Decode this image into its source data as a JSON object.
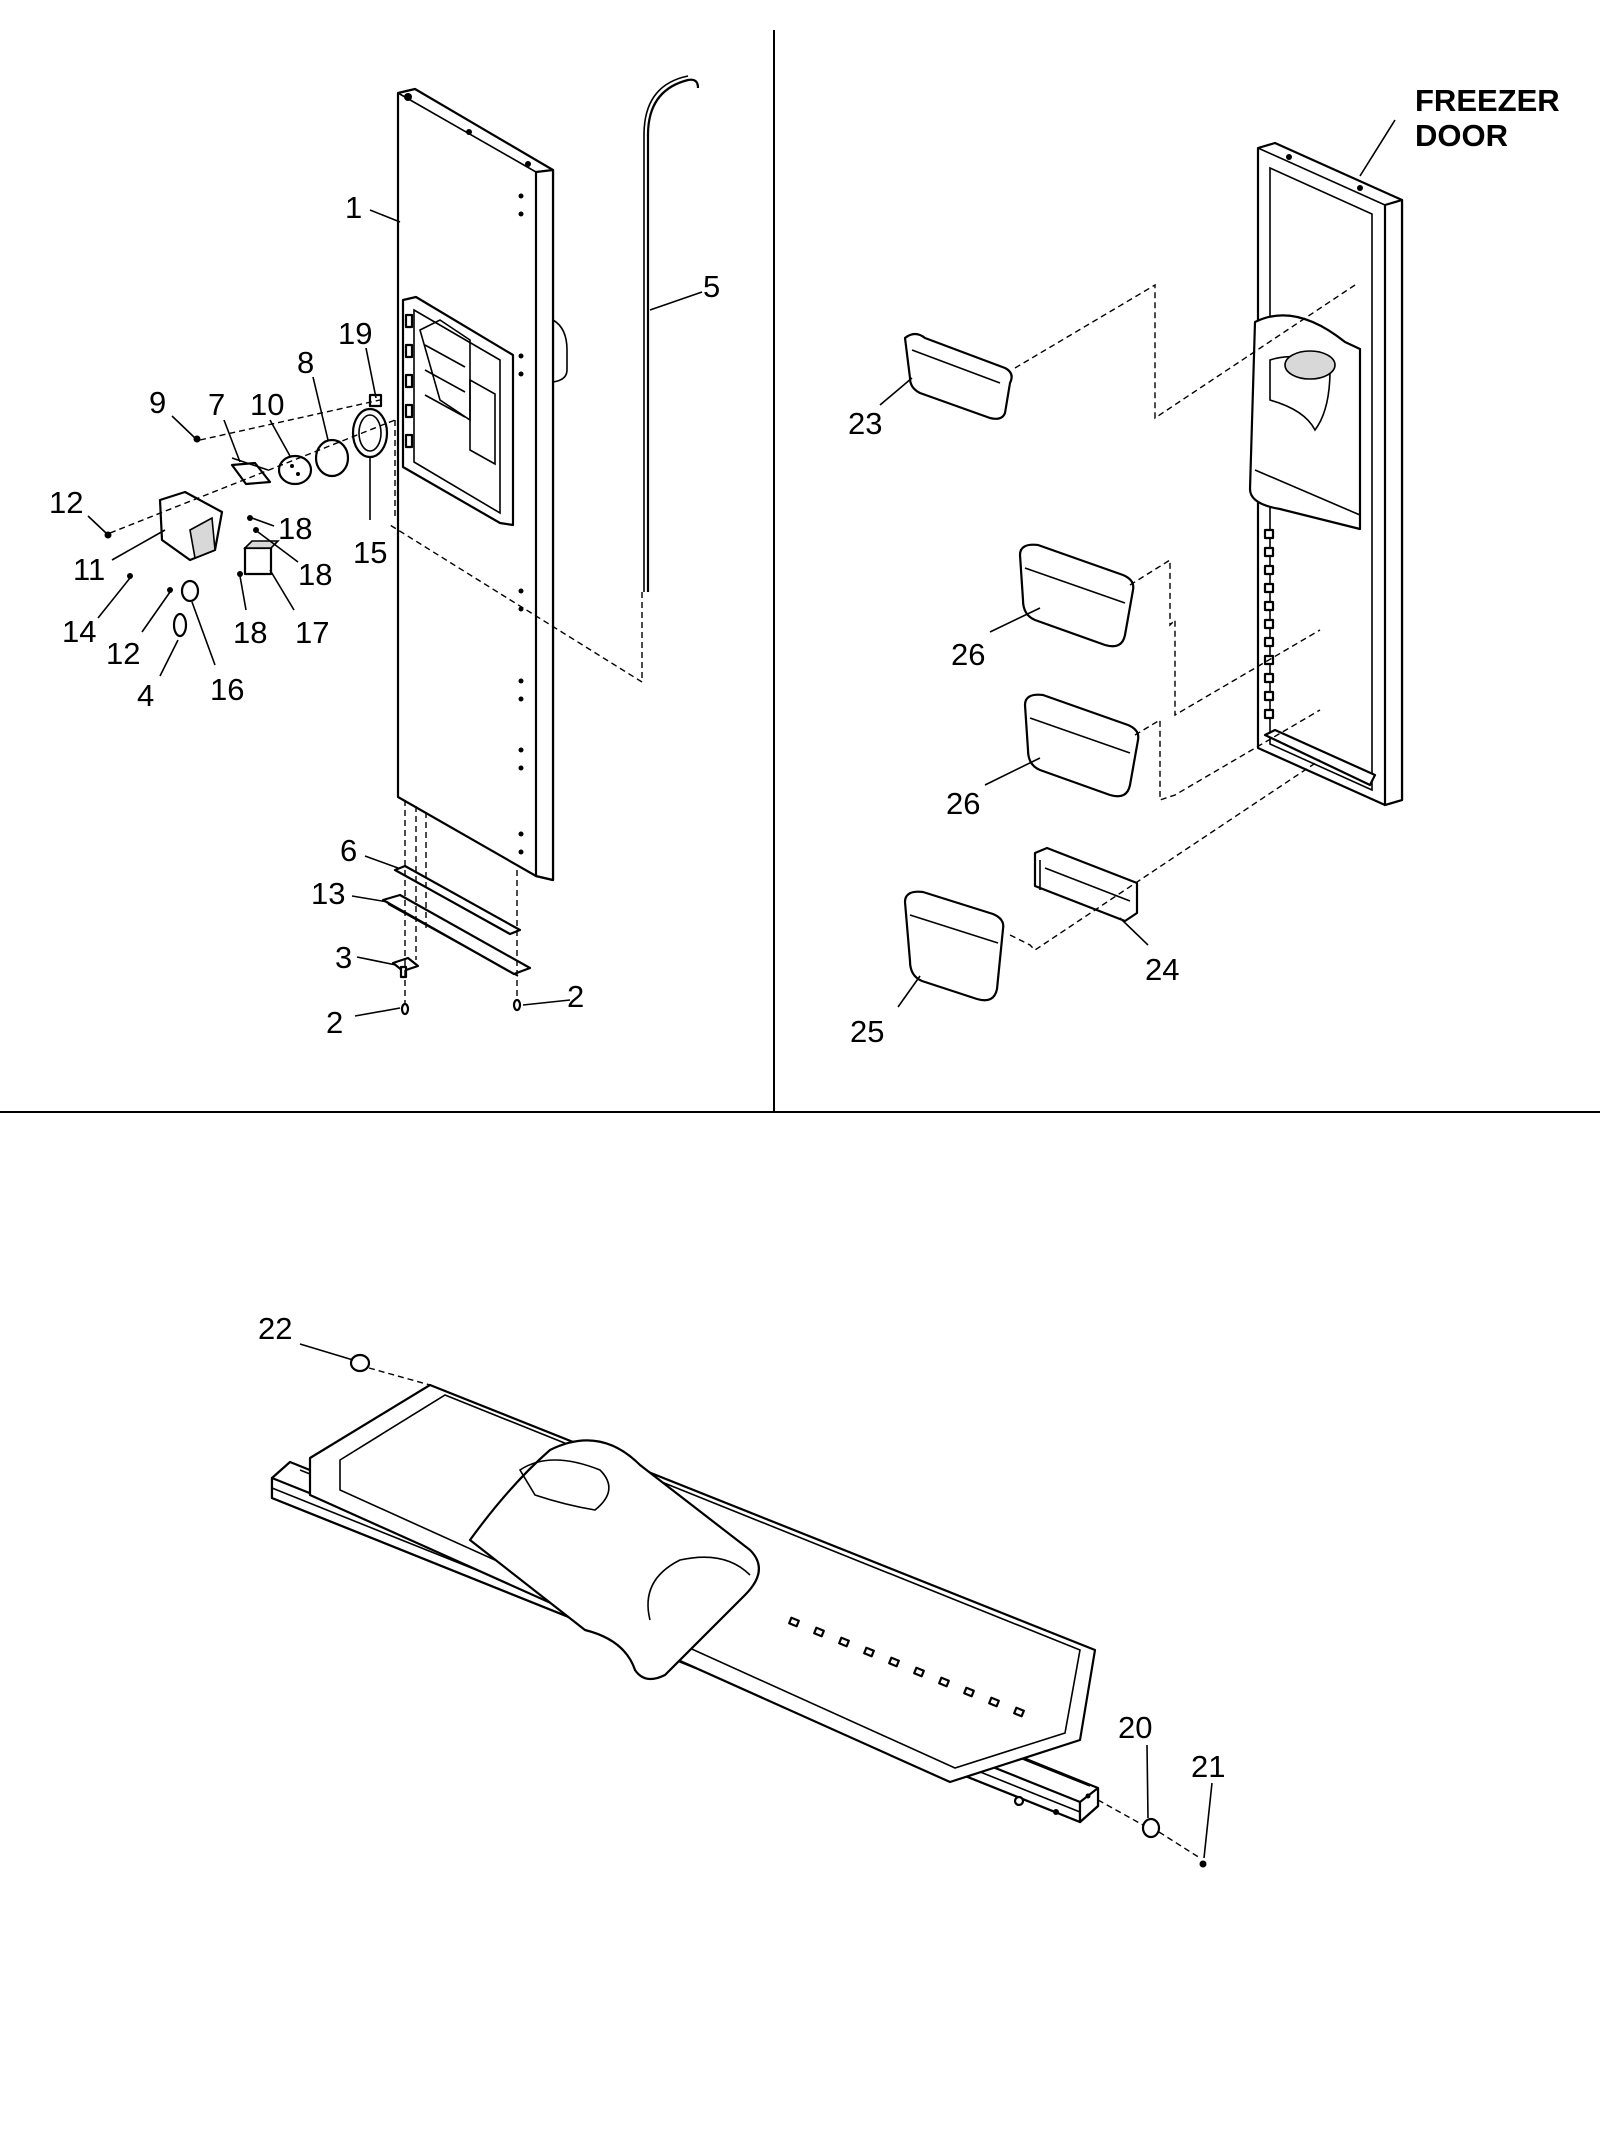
{
  "labels": {
    "freezer_door_line1": "FREEZER",
    "freezer_door_line2": "DOOR"
  },
  "callouts": {
    "c1": "1",
    "c2a": "2",
    "c2b": "2",
    "c3": "3",
    "c4": "4",
    "c5": "5",
    "c6": "6",
    "c7": "7",
    "c8": "8",
    "c9": "9",
    "c10": "10",
    "c11": "11",
    "c12a": "12",
    "c12b": "12",
    "c13": "13",
    "c14": "14",
    "c15": "15",
    "c16": "16",
    "c17": "17",
    "c18a": "18",
    "c18b": "18",
    "c18c": "18",
    "c19": "19",
    "c20": "20",
    "c21": "21",
    "c22": "22",
    "c23": "23",
    "c24": "24",
    "c25": "25",
    "c26a": "26",
    "c26b": "26"
  }
}
